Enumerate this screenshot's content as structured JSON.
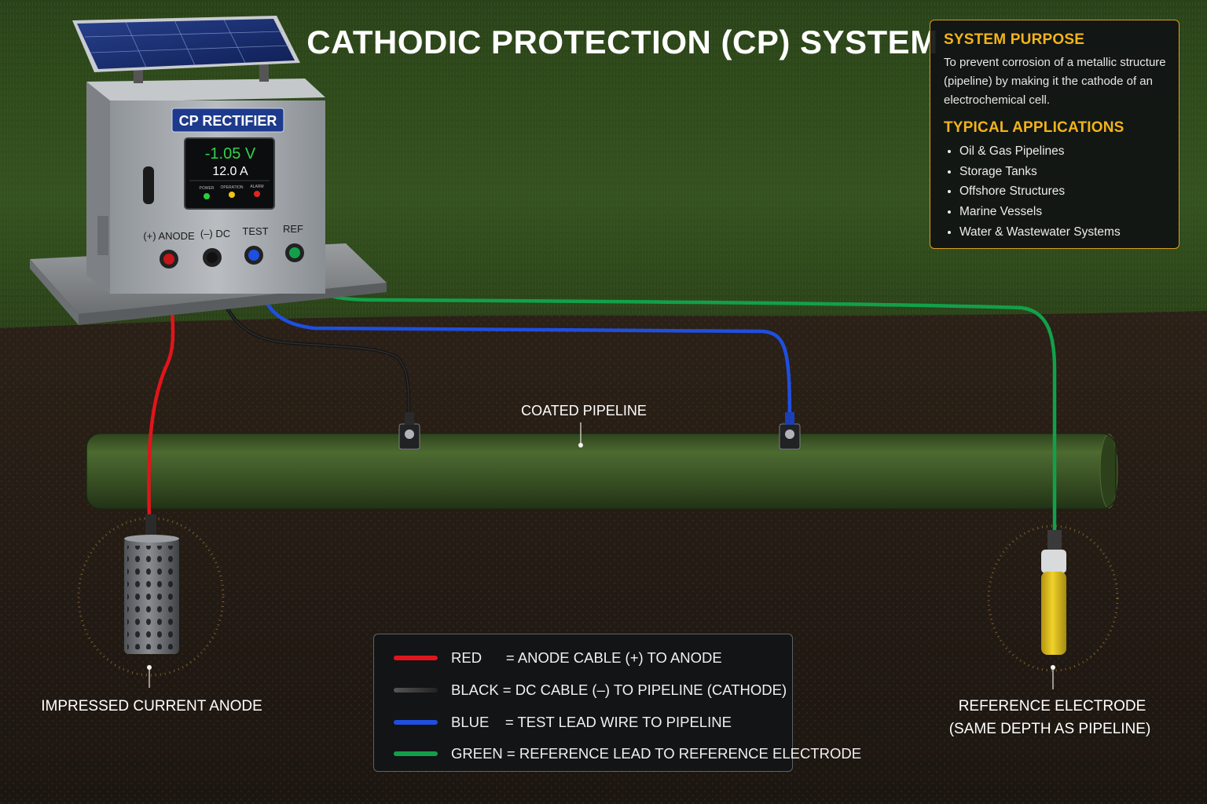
{
  "title": "CATHODIC PROTECTION (CP) SYSTEM",
  "rectifier": {
    "label": "CP RECTIFIER",
    "voltage": "-1.05 V",
    "current": "12.0 A",
    "indicators": [
      "POWER",
      "OPERATION",
      "ALARM"
    ],
    "terminals": [
      "(+) ANODE",
      "(–) DC",
      "TEST",
      "REF"
    ]
  },
  "labels": {
    "pipeline": "COATED PIPELINE",
    "anode": "IMPRESSED CURRENT ANODE",
    "reference_line1": "REFERENCE ELECTRODE",
    "reference_line2": "(SAME DEPTH AS PIPELINE)"
  },
  "info": {
    "purpose_heading": "SYSTEM PURPOSE",
    "purpose_text": "To prevent corrosion of a metallic structure (pipeline) by making it the cathode of an electrochemical cell.",
    "applications_heading": "TYPICAL APPLICATIONS",
    "applications": [
      "Oil & Gas Pipelines",
      "Storage Tanks",
      "Offshore Structures",
      "Marine Vessels",
      "Water & Wastewater Systems"
    ]
  },
  "legend": [
    {
      "color_name": "RED",
      "text": "RED      = ANODE CABLE (+) TO ANODE",
      "color": "#e0151b"
    },
    {
      "color_name": "BLACK",
      "text": "BLACK = DC CABLE (–) TO PIPELINE (CATHODE)",
      "color": "#3a3a3a"
    },
    {
      "color_name": "BLUE",
      "text": "BLUE    = TEST LEAD WIRE TO PIPELINE",
      "color": "#1f4fe0"
    },
    {
      "color_name": "GREEN",
      "text": "GREEN = REFERENCE LEAD TO REFERENCE ELECTRODE",
      "color": "#12a04a"
    }
  ],
  "colors": {
    "grass": "#2f4a1c",
    "soil": "#241c15",
    "pipeline": "#3f5a28",
    "accent": "#f2b41a",
    "wire_red": "#e0151b",
    "wire_black": "#1a1a1a",
    "wire_blue": "#1f4fe0",
    "wire_green": "#12a04a",
    "electrode": "#e2c21b"
  }
}
